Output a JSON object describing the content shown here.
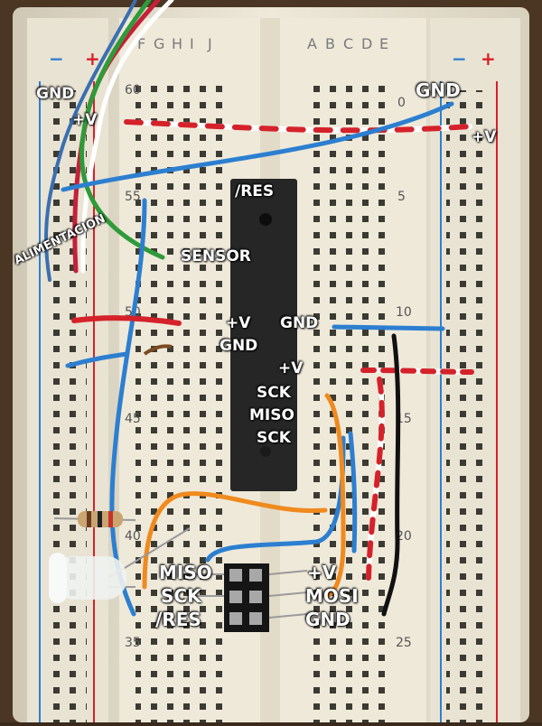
{
  "board": {
    "rail_minus": "−",
    "rail_plus": "+",
    "row_letters_left": [
      "F",
      "G",
      "H",
      "I",
      "J"
    ],
    "row_letters_right": [
      "A",
      "B",
      "C",
      "D",
      "E"
    ],
    "column_numbers_left": [
      "60",
      "55",
      "50",
      "45",
      "40",
      "35"
    ],
    "column_numbers_right": [
      "0",
      "5",
      "10",
      "15",
      "20",
      "25"
    ]
  },
  "labels": {
    "gnd_top_left": "GND",
    "plus_v_top_left": "+V",
    "gnd_top_right": "GND",
    "plus_v_top_right": "+V",
    "res": "/RES",
    "alimentacion": "ALIMENTACION",
    "sensor": "SENSOR",
    "plus_v_mid": "+V",
    "gnd_mid": "GND",
    "gnd_right": "GND",
    "plus_v_right": "+V",
    "sck_1": "SCK",
    "miso_1": "MISO",
    "sck_2": "SCK",
    "header_miso": "MISO",
    "header_sck": "SCK",
    "header_res": "/RES",
    "header_plus_v": "+V",
    "header_mosi": "MOSI",
    "header_gnd": "GND"
  },
  "colors": {
    "board": "#ece6d6",
    "rail_red": "#d8202a",
    "rail_blue": "#2f7fd0",
    "chip": "#262626",
    "wire_blue": "#2c7fd0",
    "wire_red": "#d5222a",
    "wire_orange": "#f08a1e",
    "wire_green": "#2f9a3a",
    "wire_black": "#111111"
  }
}
